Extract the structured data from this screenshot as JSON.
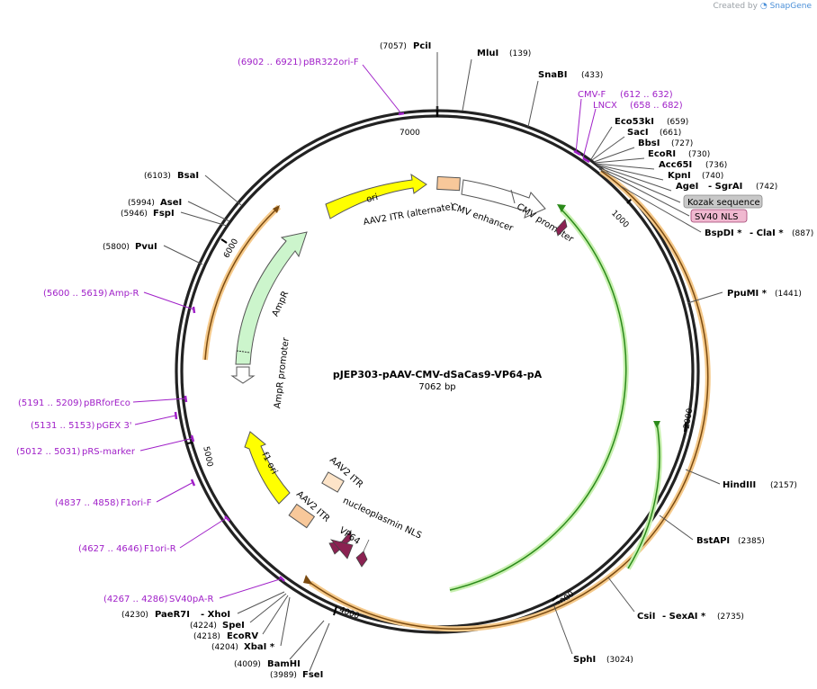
{
  "watermark": {
    "prefix": "Created by",
    "brand": "SnapGene"
  },
  "plasmid": {
    "name": "pJEP303-pAAV-CMV-dSaCas9-VP64-pA",
    "length_label": "7062 bp",
    "length": 7062
  },
  "ticks": [
    "1000",
    "2000",
    "3000",
    "4000",
    "5000",
    "6000",
    "7000"
  ],
  "colors": {
    "ori": "#ffff00",
    "ampr": "#ccf5cc",
    "itr": "#f8c89a",
    "nls": "#8b2252",
    "orf_orange": "#f0a040",
    "orf_green": "#2b8a1a",
    "primer": "#a020c8",
    "kozak_bg": "#c8c8c8",
    "sv40_bg": "#f0b8d0"
  },
  "sites": [
    {
      "name": "PciI",
      "pos": "(7057)"
    },
    {
      "name": "MluI",
      "pos": "(139)"
    },
    {
      "name": "SnaBI",
      "pos": "(433)"
    },
    {
      "name": "Eco53kI",
      "pos": "(659)"
    },
    {
      "name": "SacI",
      "pos": "(661)"
    },
    {
      "name": "BbsI",
      "pos": "(727)"
    },
    {
      "name": "EcoRI",
      "pos": "(730)"
    },
    {
      "name": "Acc65I",
      "pos": "(736)"
    },
    {
      "name": "KpnI",
      "pos": "(740)"
    },
    {
      "name": "AgeI",
      "name2": "- SgrAI",
      "pos": "(742)"
    },
    {
      "name": "BspDI *",
      "name2": "- ClaI *",
      "pos": "(887)"
    },
    {
      "name": "PpuMI *",
      "pos": "(1441)"
    },
    {
      "name": "HindIII",
      "pos": "(2157)"
    },
    {
      "name": "BstAPI",
      "pos": "(2385)"
    },
    {
      "name": "CsiI",
      "name2": "- SexAI *",
      "pos": "(2735)"
    },
    {
      "name": "SphI",
      "pos": "(3024)"
    },
    {
      "name": "FseI",
      "pos": "(3989)"
    },
    {
      "name": "BamHI",
      "pos": "(4009)"
    },
    {
      "name": "XbaI *",
      "pos": "(4204)"
    },
    {
      "name": "EcoRV",
      "pos": "(4218)"
    },
    {
      "name": "SpeI",
      "pos": "(4224)"
    },
    {
      "name": "PaeR7I",
      "name2": "- XhoI",
      "pos": "(4230)"
    },
    {
      "name": "PvuI",
      "pos": "(5800)"
    },
    {
      "name": "FspI",
      "pos": "(5946)"
    },
    {
      "name": "AseI",
      "pos": "(5994)"
    },
    {
      "name": "BsaI",
      "pos": "(6103)"
    }
  ],
  "primers": [
    {
      "range": "(6902 .. 6921)",
      "name": "pBR322ori-F"
    },
    {
      "name": "CMV-F",
      "range": "(612 .. 632)"
    },
    {
      "name": "LNCX",
      "range": "(658 .. 682)"
    },
    {
      "range": "(5600 .. 5619)",
      "name": "Amp-R"
    },
    {
      "range": "(5191 .. 5209)",
      "name": "pBRforEco"
    },
    {
      "range": "(5131 .. 5153)",
      "name": "pGEX 3'"
    },
    {
      "range": "(5012 .. 5031)",
      "name": "pRS-marker"
    },
    {
      "range": "(4837 .. 4858)",
      "name": "F1ori-F"
    },
    {
      "range": "(4627 .. 4646)",
      "name": "F1ori-R"
    },
    {
      "range": "(4267 .. 4286)",
      "name": "SV40pA-R"
    }
  ],
  "boxed_labels": {
    "kozak": "Kozak sequence",
    "sv40nls": "SV40 NLS"
  },
  "features": {
    "ori": "ori",
    "itr_alt": "AAV2 ITR (alternate)",
    "cmv_enh": "CMV enhancer",
    "cmv_prom": "CMV promoter",
    "ampr": "AmpR",
    "ampr_prom": "AmpR promoter",
    "f1ori": "f1 ori",
    "itr1": "AAV2 ITR",
    "itr2": "AAV2 ITR",
    "nucleo": "nucleoplasmin NLS",
    "vp64": "VP64"
  }
}
